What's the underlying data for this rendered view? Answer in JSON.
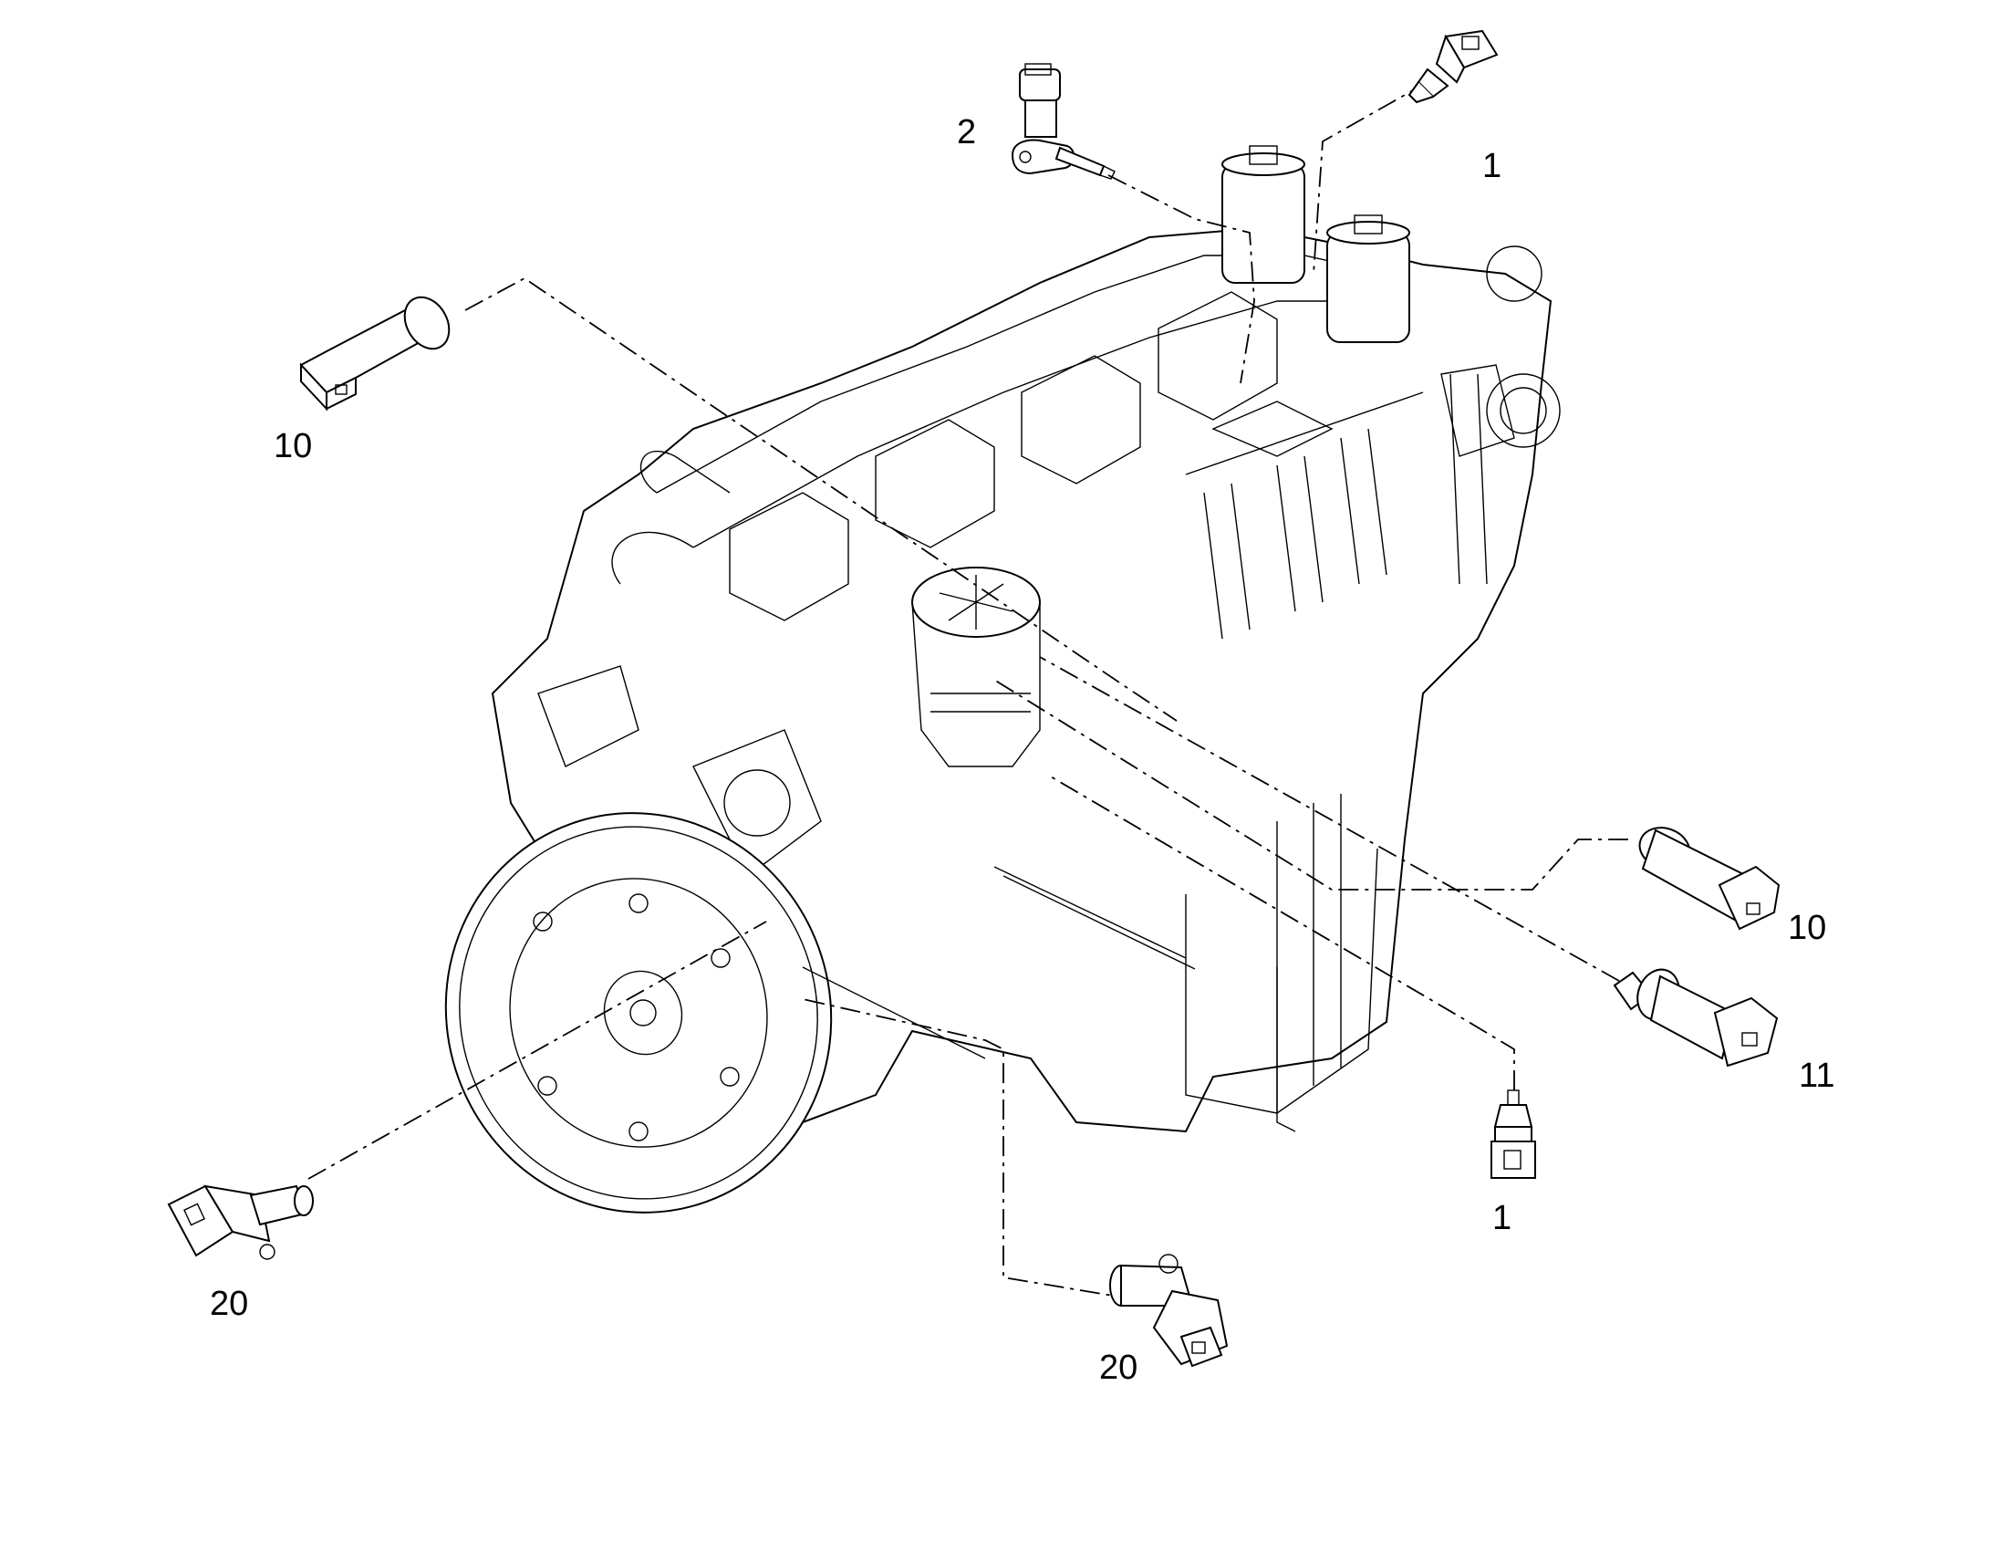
{
  "callouts": {
    "c2": "2",
    "c1_top": "1",
    "c10_left": "10",
    "c10_right": "10",
    "c11": "11",
    "c1_bottom": "1",
    "c20_left": "20",
    "c20_bottom": "20"
  },
  "parts": [
    {
      "callout": "1",
      "icon": "temperature-sensor-icon"
    },
    {
      "callout": "2",
      "icon": "position-sensor-icon"
    },
    {
      "callout": "10",
      "icon": "pressure-sensor-icon"
    },
    {
      "callout": "11",
      "icon": "pressure-switch-icon"
    },
    {
      "callout": "20",
      "icon": "speed-sensor-icon"
    }
  ],
  "colors": {
    "line": "#000000",
    "background": "#ffffff"
  }
}
